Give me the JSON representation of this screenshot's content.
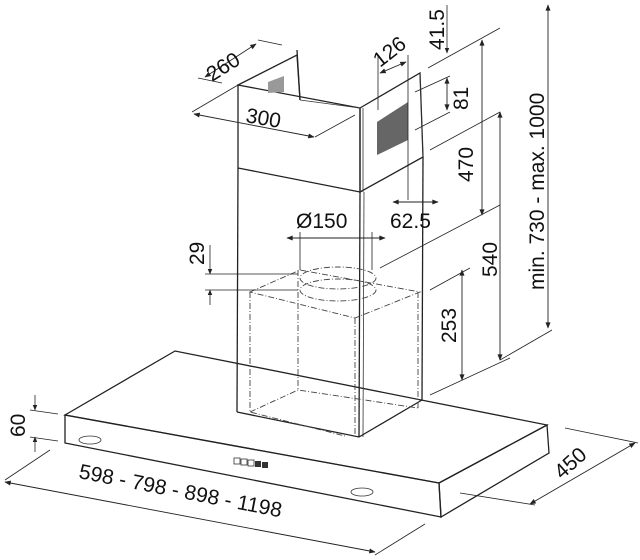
{
  "dimensions": {
    "chimney_depth": "260",
    "chimney_width": "300",
    "vent_width": "126",
    "top_offset": "41.5",
    "vent_height": "81",
    "upper_chimney_height": "470",
    "vent_offset": "62.5",
    "outlet_diameter": "Ø150",
    "outlet_height": "29",
    "lower_chimney_height": "540",
    "inner_height": "253",
    "total_height": "min. 730 - max. 1000",
    "hood_thickness": "60",
    "hood_widths": "598 - 798 - 898 - 1198",
    "hood_depth": "450"
  }
}
